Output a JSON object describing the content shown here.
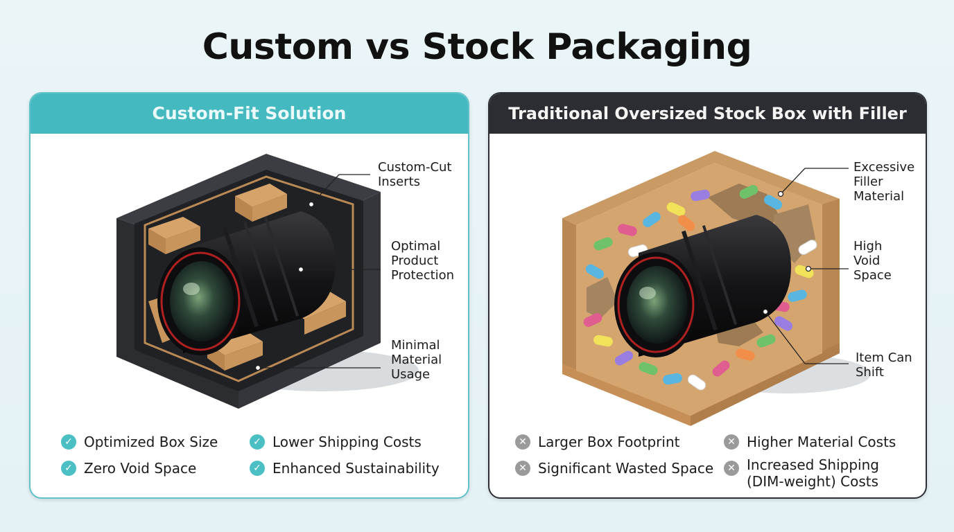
{
  "title": "Custom vs Stock Packaging",
  "left_panel": {
    "header": "Custom-Fit Solution",
    "callouts": [
      "Custom-Cut\nInserts",
      "Optimal\nProduct\nProtection",
      "Minimal\nMaterial\nUsage"
    ],
    "benefits": [
      "Optimized Box Size",
      "Lower Shipping Costs",
      "Zero Void Space",
      "Enhanced Sustainability"
    ],
    "icon": "check-circle-icon",
    "accent_color": "#45b9c0"
  },
  "right_panel": {
    "header": "Traditional Oversized Stock Box with Filler",
    "callouts": [
      "Excessive\nFiller\nMaterial",
      "High\nVoid\nSpace",
      "Item Can\nShift"
    ],
    "drawbacks": [
      "Larger Box Footprint",
      "Higher Material Costs",
      "Significant Wasted Space",
      "Increased Shipping\n(DIM-weight) Costs"
    ],
    "icon": "x-circle-icon",
    "accent_color": "#2b2d33"
  }
}
